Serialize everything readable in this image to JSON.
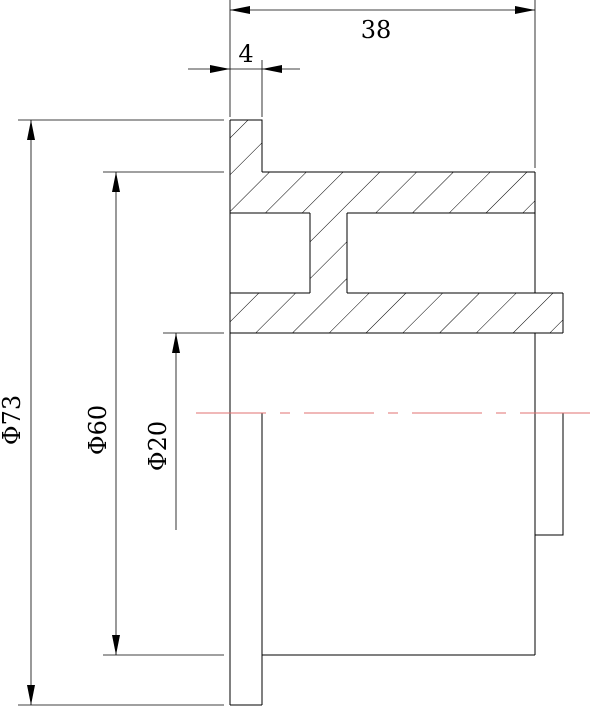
{
  "drawing": {
    "dimensions": {
      "overall_length": "38",
      "flange_thickness": "4",
      "outer_diameter": "Φ73",
      "body_diameter": "Φ60",
      "bore_diameter": "Φ20"
    },
    "colors": {
      "line": "#000000",
      "centerline": "#e07070",
      "background": "#ffffff"
    }
  }
}
